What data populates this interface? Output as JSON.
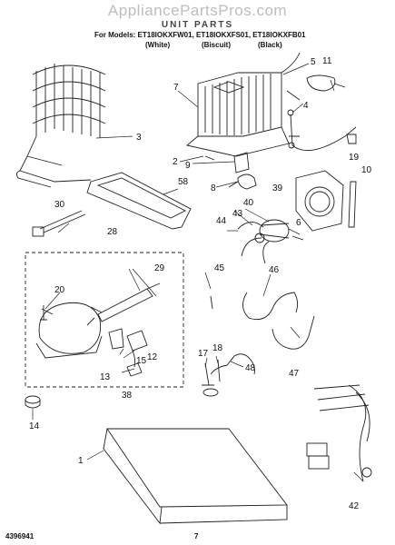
{
  "watermark": "AppliancePartsPros.com",
  "title": "UNIT PARTS",
  "models_line": "For Models: ET18IOKXFW01, ET18IOKXFS01, ET18IOKXFB01",
  "colors": [
    "(White)",
    "(Biscuit)",
    "(Black)"
  ],
  "footer": {
    "doc_number": "4396941",
    "page_number": "7"
  },
  "callouts": [
    "1",
    "2",
    "3",
    "4",
    "5",
    "6",
    "7",
    "8",
    "9",
    "10",
    "11",
    "12",
    "13",
    "14",
    "15",
    "17",
    "18",
    "19",
    "20",
    "28",
    "29",
    "30",
    "38",
    "39",
    "40",
    "42",
    "43",
    "44",
    "45",
    "46",
    "47",
    "48",
    "58"
  ],
  "line_color": "#222222"
}
